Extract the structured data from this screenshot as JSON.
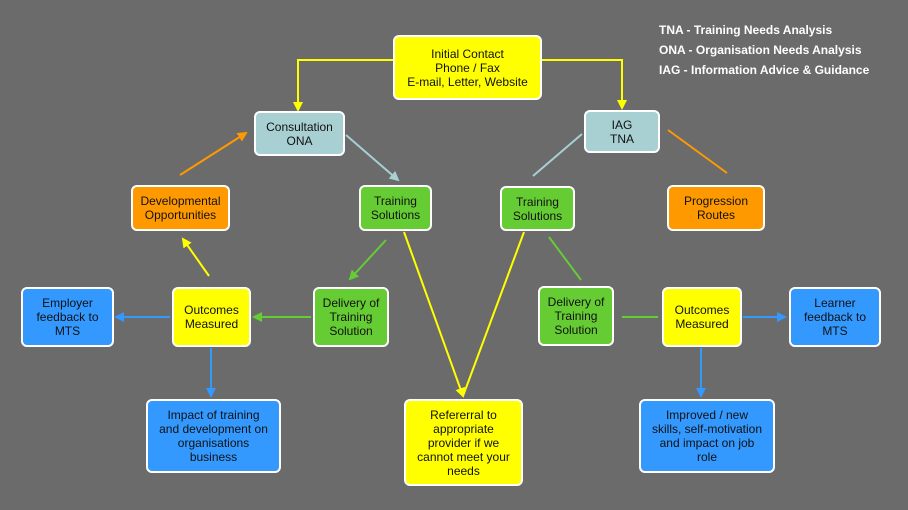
{
  "colors": {
    "background": "#6b6b6b",
    "yellow": "#ffff00",
    "teal": "#a8d0d3",
    "green": "#66cc33",
    "orange": "#ff9900",
    "blue": "#3399ff",
    "link_yellow": "#ffff00",
    "link_teal": "#a8d0d3",
    "link_green": "#66cc33",
    "link_orange": "#ff9900",
    "link_blue": "#3399ff"
  },
  "legend": [
    "TNA - Training Needs Analysis",
    "ONA - Organisation Needs Analysis",
    "IAG - Information Advice & Guidance"
  ],
  "nodes": {
    "initial_contact": "Initial Contact\nPhone / Fax\nE-mail, Letter, Website",
    "consultation": "Consultation\nONA",
    "iag": "IAG\nTNA",
    "developmental": "Developmental\nOpportunities",
    "training_left": "Training\nSolutions",
    "training_right": "Training\nSolutions",
    "progression": "Progression\nRoutes",
    "employer_feedback": "Employer\nfeedback to\nMTS",
    "outcomes_left": "Outcomes\nMeasured",
    "delivery_left": "Delivery of\nTraining\nSolution",
    "delivery_right": "Delivery of\nTraining\nSolution",
    "outcomes_right": "Outcomes\nMeasured",
    "learner_feedback": "Learner\nfeedback to\nMTS",
    "impact": "Impact of training\nand development on\norganisations\nbusiness",
    "referral": "Refererral to\nappropriate\nprovider if we\ncannot meet your\nneeds",
    "improved": "Improved / new\nskills, self-motivation\nand impact on job\nrole"
  }
}
